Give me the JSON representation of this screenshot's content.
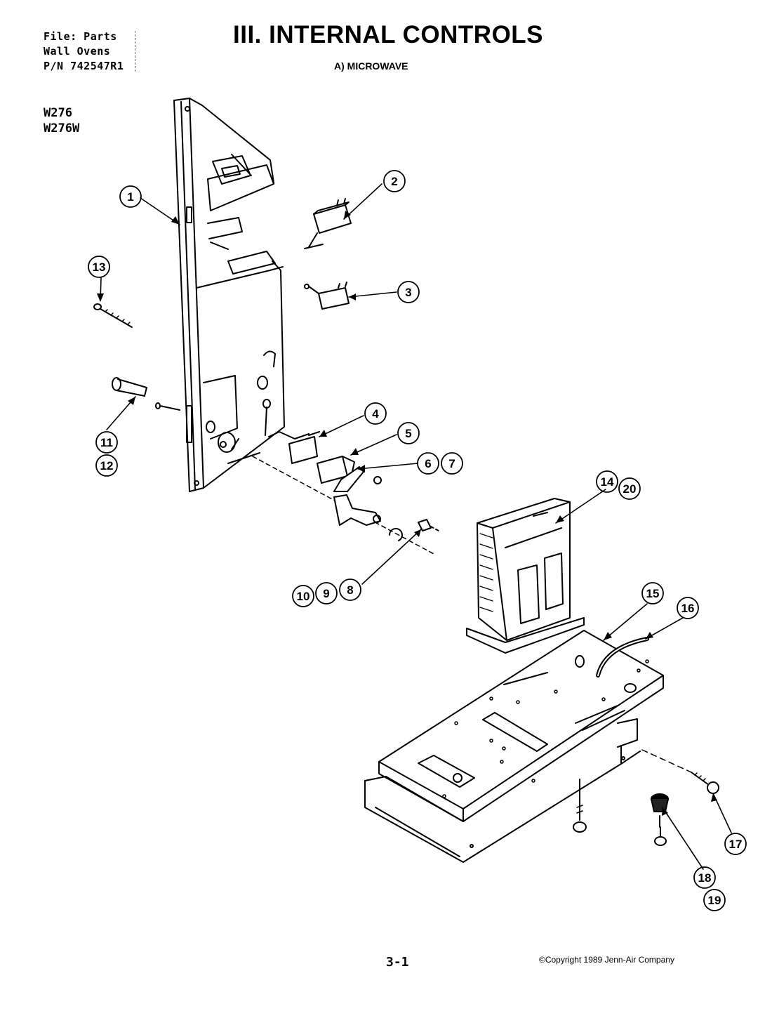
{
  "header": {
    "file_lines": [
      "File: Parts",
      "Wall Ovens",
      "P/N 742547R1"
    ],
    "title": "III. INTERNAL CONTROLS",
    "subtitle": "A) MICROWAVE",
    "models": [
      "W276",
      "W276W"
    ]
  },
  "callouts": [
    "1",
    "2",
    "3",
    "4",
    "5",
    "6",
    "7",
    "8",
    "9",
    "10",
    "11",
    "12",
    "13",
    "14",
    "15",
    "16",
    "17",
    "18",
    "19",
    "20"
  ],
  "footer": {
    "page": "3-1",
    "copyright": "©Copyright 1989 Jenn-Air Company"
  }
}
